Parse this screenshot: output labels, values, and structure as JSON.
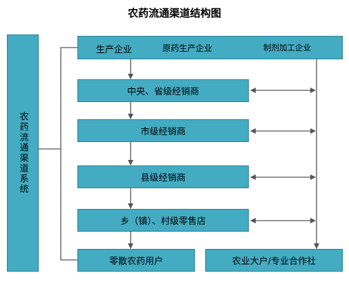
{
  "title": "农药流通渠道结构图",
  "system": {
    "label": "农药流通渠道系统"
  },
  "top": {
    "producer": "生产企业",
    "raw_producer": "原药生产企业",
    "formulation": "制剂加工企业"
  },
  "levels": [
    "中央、省级经销商",
    "市级经销商",
    "县级经销商",
    "乡（镇）、村级零售店"
  ],
  "end_users": {
    "scattered": "零散农药用户",
    "cooperative": "农业大户/专业合作社"
  },
  "colors": {
    "box_fill": "#43abc2",
    "box_border": "#2d7f91",
    "line": "#555555"
  }
}
